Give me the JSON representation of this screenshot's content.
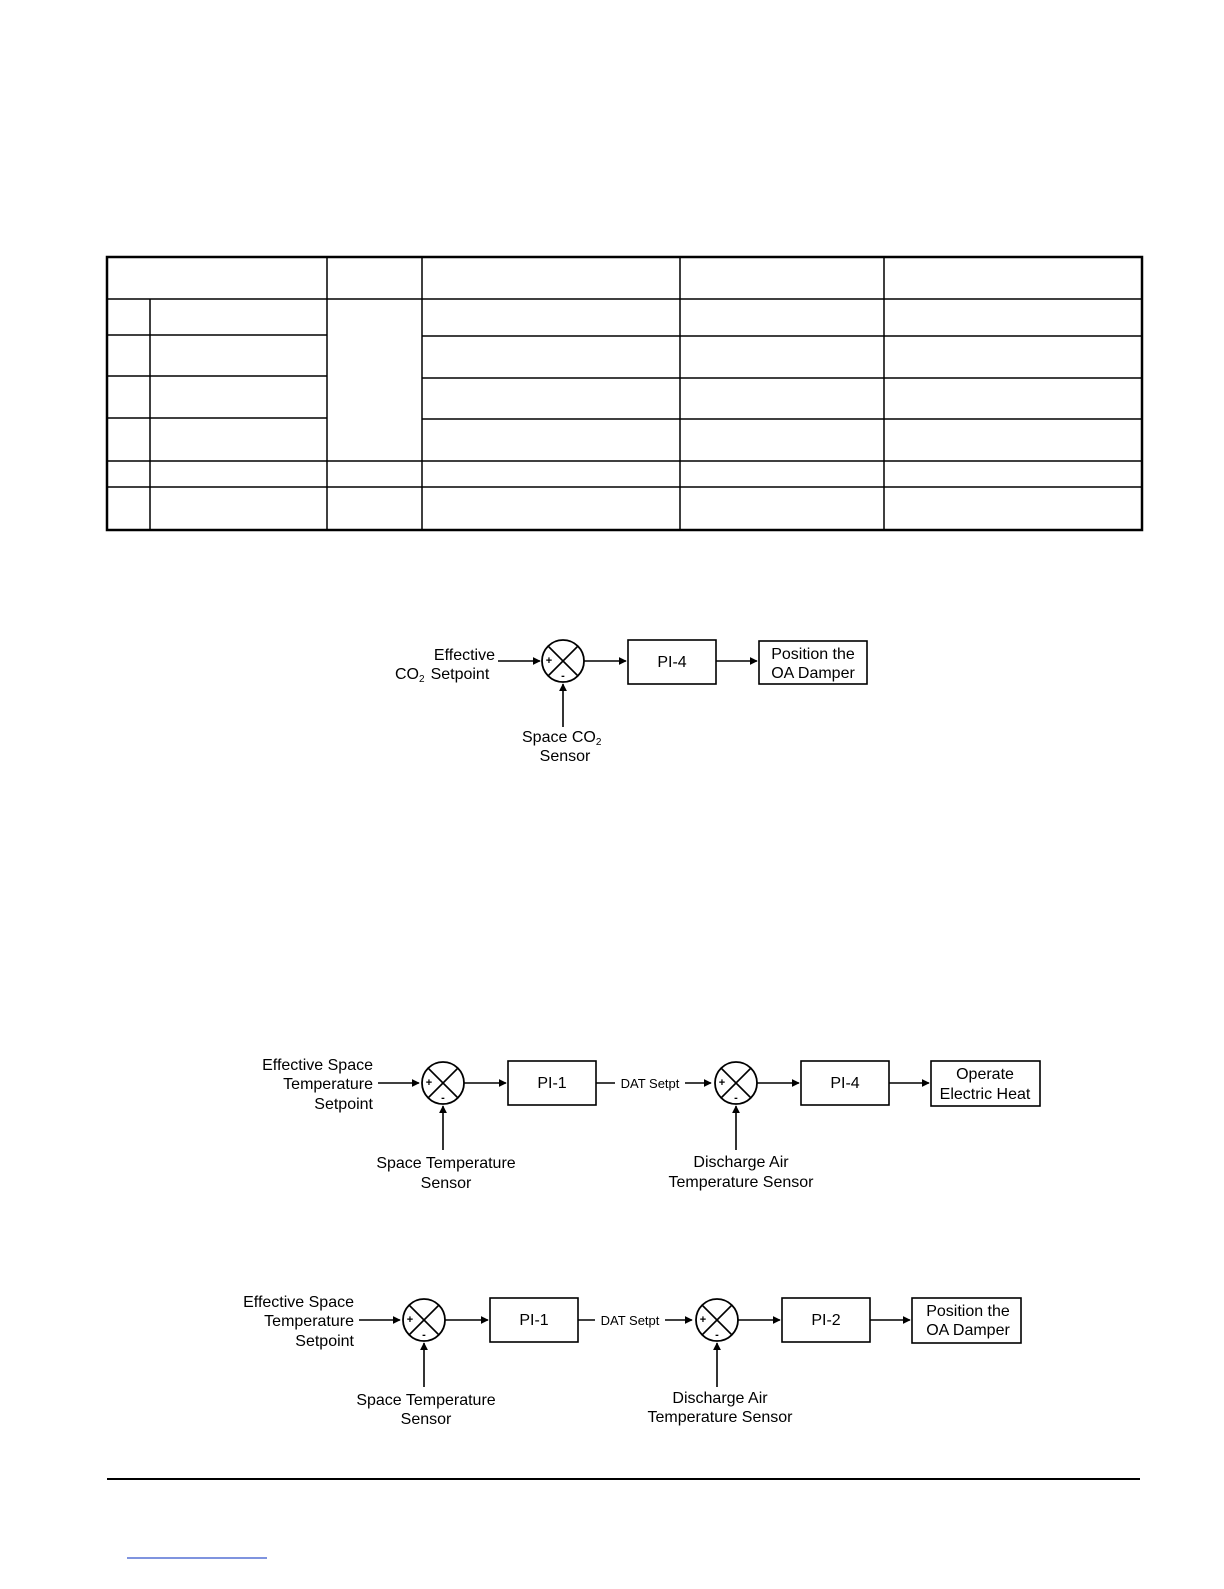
{
  "diagrams": [
    {
      "inputs": {
        "setpoint_line1": "Effective",
        "setpoint_prefix": "CO",
        "setpoint_sub": "2",
        "setpoint_suffix": "Setpoint"
      },
      "feedback": {
        "line1_prefix": "Space CO",
        "line1_sub": "2",
        "line2": "Sensor"
      },
      "signs": {
        "plus": "+",
        "minus": "-"
      },
      "block": "PI-4",
      "output": {
        "line1": "Position the",
        "line2": "OA Damper"
      }
    },
    {
      "inputs": {
        "line1": "Effective Space",
        "line2": "Temperature",
        "line3": "Setpoint"
      },
      "feedback1": {
        "line1": "Space Temperature",
        "line2": "Sensor"
      },
      "block1": "PI-1",
      "link_label": "DAT Setpt",
      "feedback2": {
        "line1": "Discharge Air",
        "line2": "Temperature Sensor"
      },
      "block2": "PI-4",
      "output": {
        "line1": "Operate",
        "line2": "Electric Heat"
      },
      "signs": {
        "plus": "+",
        "minus": "-"
      }
    },
    {
      "inputs": {
        "line1": "Effective Space",
        "line2": "Temperature",
        "line3": "Setpoint"
      },
      "feedback1": {
        "line1": "Space Temperature",
        "line2": "Sensor"
      },
      "block1": "PI-1",
      "link_label": "DAT Setpt",
      "feedback2": {
        "line1": "Discharge Air",
        "line2": "Temperature Sensor"
      },
      "block2": "PI-2",
      "output": {
        "line1": "Position the",
        "line2": "OA Damper"
      },
      "signs": {
        "plus": "+",
        "minus": "-"
      }
    }
  ]
}
